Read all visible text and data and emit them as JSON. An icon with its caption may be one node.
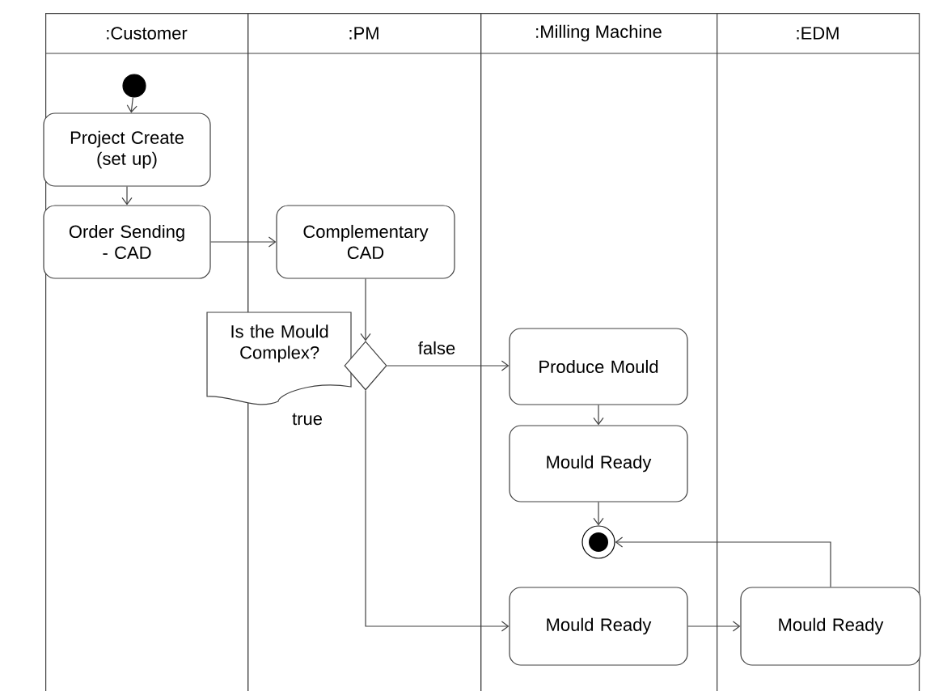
{
  "diagram": {
    "nodes": [
      {
        "text": [
          ":Customer"
        ]
      },
      {
        "text": [
          ":PM"
        ]
      },
      {
        "text": [
          ":Milling Machine"
        ]
      },
      {
        "text": [
          ":EDM"
        ]
      },
      {
        "text": [],
        "shape": "circle",
        "in": 0
      },
      {
        "text": [
          "Project Create (set up)"
        ],
        "in": 0
      },
      {
        "text": [
          "Order Sending - CAD"
        ],
        "in": 0
      },
      {
        "text": [
          "Complementary CAD"
        ],
        "in": 1
      },
      {
        "text": [
          "Is the Mould Complex?"
        ]
      },
      {
        "text": [],
        "shape": "diamond",
        "in": 1
      },
      {
        "text": [
          "Produce Mould"
        ],
        "in": 2
      },
      {
        "text": [
          "Mould Ready"
        ],
        "in": 2
      },
      {
        "text": [],
        "shape": "circle",
        "in": 2
      },
      {
        "text": [
          "Mould Ready"
        ],
        "in": 2
      },
      {
        "text": [
          "Mould Ready"
        ],
        "in": 3
      }
    ],
    "edges": [
      {
        "from": 4,
        "to": 5,
        "arrow": "to"
      },
      {
        "from": 5,
        "to": 6,
        "arrow": "to"
      },
      {
        "from": 6,
        "to": 7,
        "arrow": "to"
      },
      {
        "from": 7,
        "to": 9,
        "arrow": "to"
      },
      {
        "from": 9,
        "to": 10,
        "arrow": "to",
        "label": "false"
      },
      {
        "from": 9,
        "to": 13,
        "arrow": "to",
        "label": "true"
      },
      {
        "from": 10,
        "to": 11,
        "arrow": "to"
      },
      {
        "from": 11,
        "to": 12,
        "arrow": "to"
      },
      {
        "from": 13,
        "to": 14,
        "arrow": "to"
      },
      {
        "from": 14,
        "to": 12,
        "arrow": "to"
      }
    ]
  }
}
